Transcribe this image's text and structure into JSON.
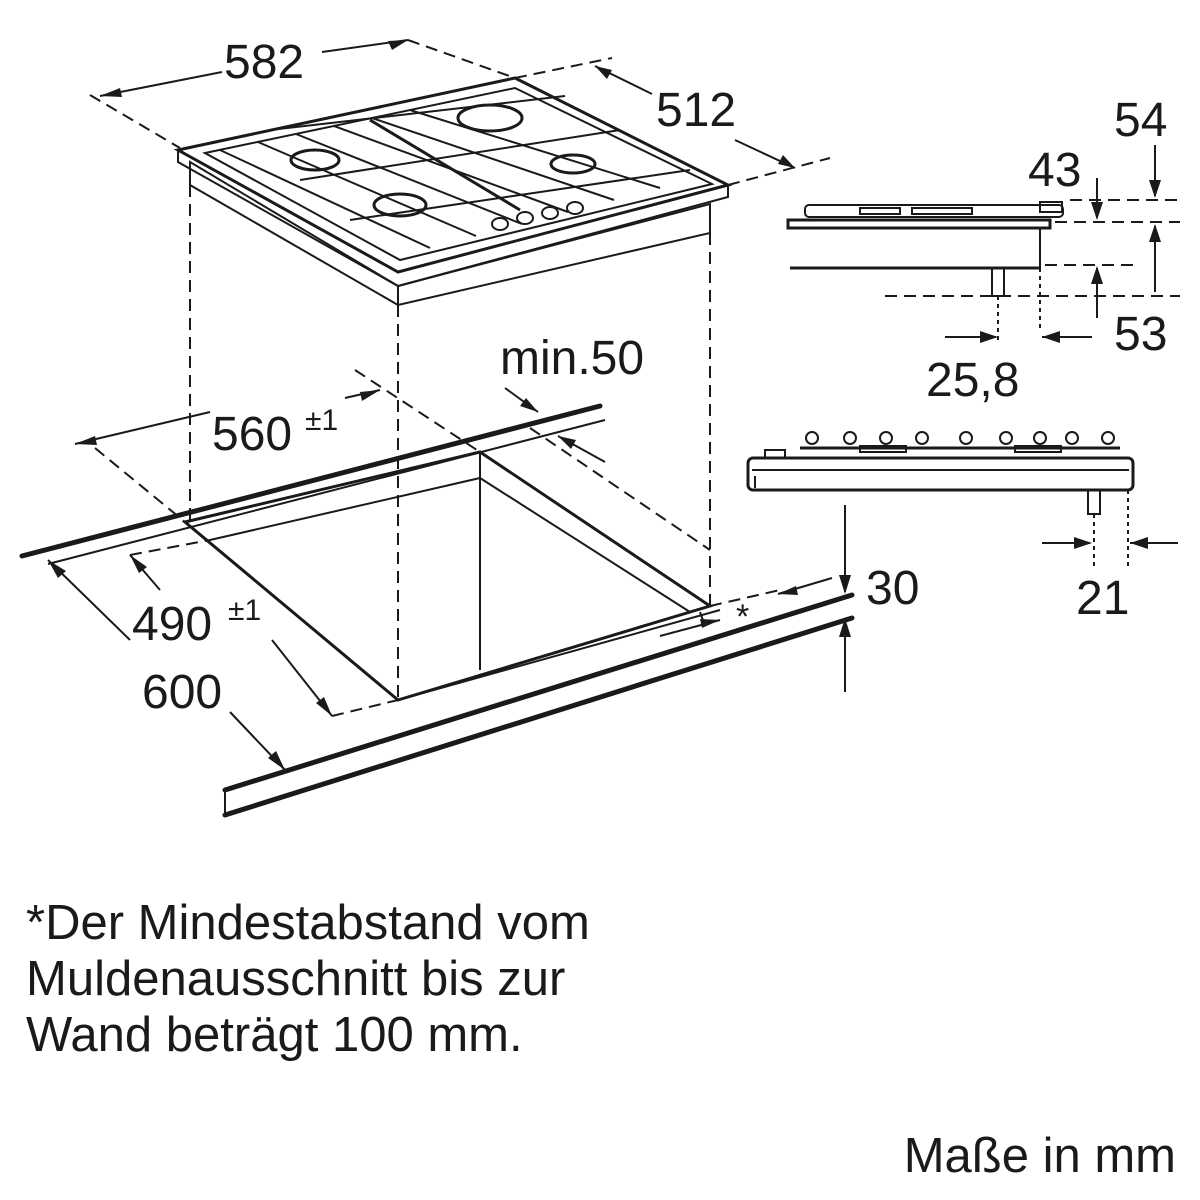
{
  "dimensions": {
    "top_width": "582",
    "top_depth": "512",
    "rear_clearance": "min.50",
    "cutout_width": "560",
    "cutout_depth": "490",
    "tolerance": "±1",
    "worktop_depth": "600",
    "worktop_thickness": "30",
    "asterisk": "*",
    "side_total_height": "54",
    "side_top_height": "43",
    "side_lower_height": "53",
    "side_gas_offset": "25,8",
    "front_gas_offset": "21"
  },
  "note": {
    "line1": "*Der Mindestabstand vom",
    "line2": "Muldenausschnitt bis zur",
    "line3": "Wand beträgt 100 mm."
  },
  "units_label": "Maße in mm"
}
